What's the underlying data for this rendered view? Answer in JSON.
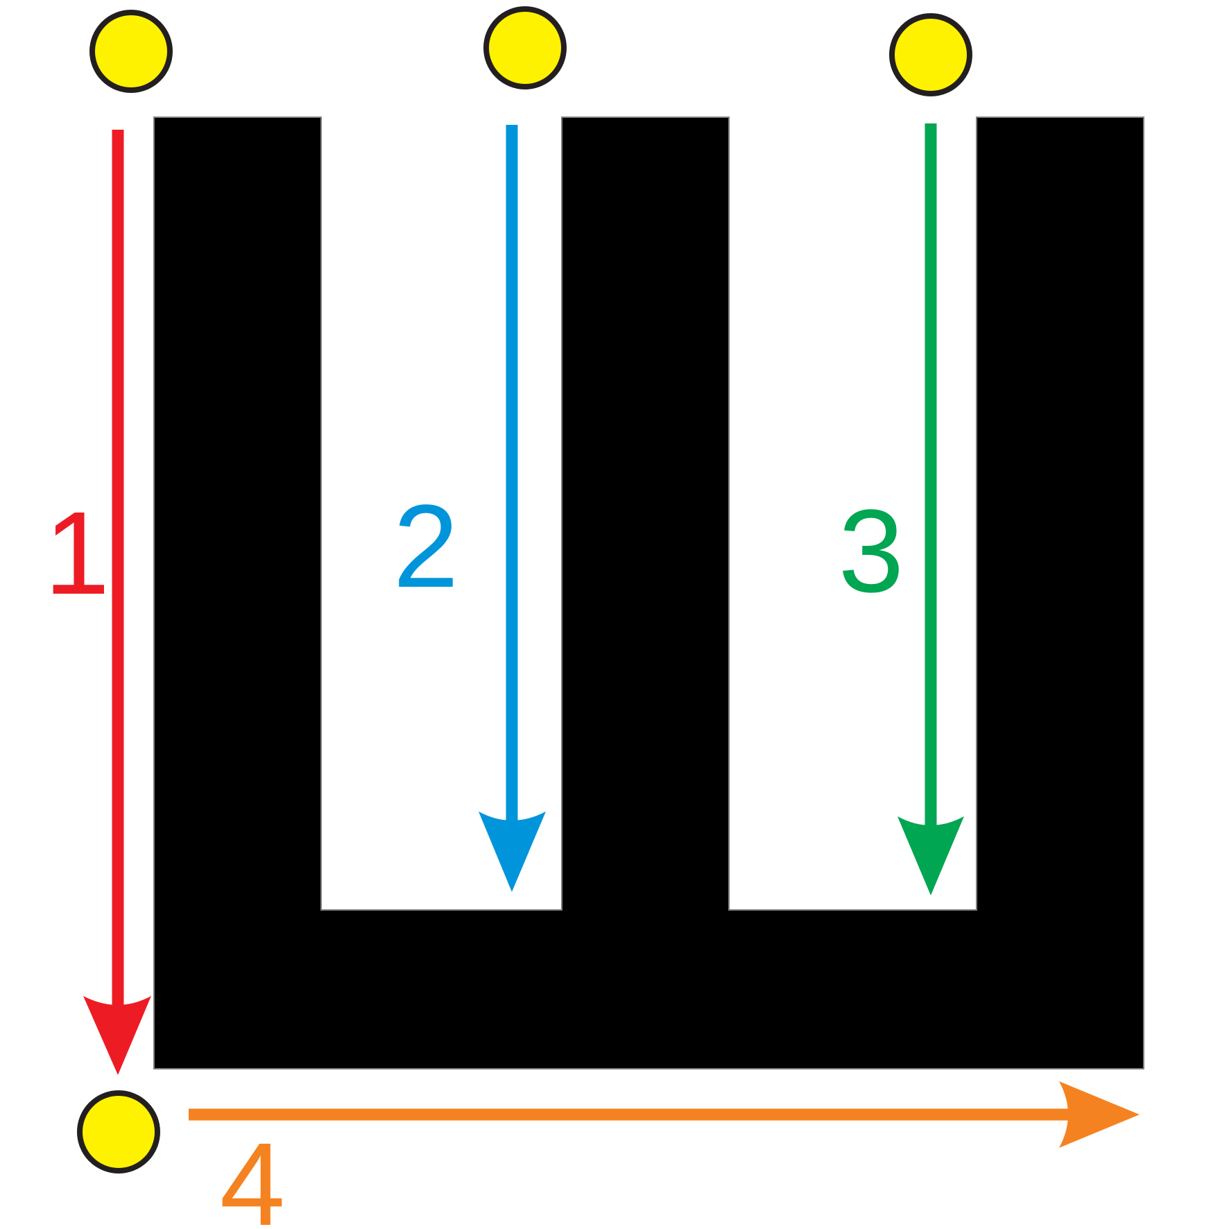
{
  "diagram": {
    "letter_color": "#000000",
    "start_point_color": "#fff200",
    "start_point_border": "#231f20",
    "strokes": [
      {
        "number": "1",
        "color": "#ed1c24"
      },
      {
        "number": "2",
        "color": "#0095da"
      },
      {
        "number": "3",
        "color": "#00a651"
      },
      {
        "number": "4",
        "color": "#f58220"
      }
    ]
  }
}
